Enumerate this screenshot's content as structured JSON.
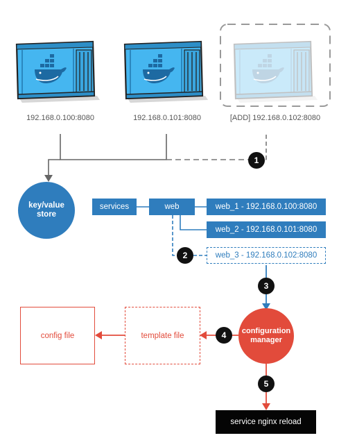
{
  "containers": [
    {
      "label": "192.168.0.100:8080"
    },
    {
      "label": "192.168.0.101:8080"
    },
    {
      "label": "[ADD] 192.168.0.102:8080"
    }
  ],
  "kv_store": {
    "label": "key/value store"
  },
  "tree": {
    "services": "services",
    "web": "web",
    "web_1": "web_1 - 192.168.0.100:8080",
    "web_2": "web_2 - 192.168.0.101:8080",
    "web_3": "web_3 - 192.168.0.102:8080"
  },
  "config_manager": {
    "label": "configuration manager"
  },
  "template_file": {
    "label": "template file"
  },
  "config_file": {
    "label": "config file"
  },
  "command": {
    "label": "service nginx reload"
  },
  "steps": [
    "1",
    "2",
    "3",
    "4",
    "5"
  ],
  "icons": [
    "docker-container-icon",
    "arrow-icon"
  ],
  "colors": {
    "blue": "#2f7dbd",
    "red": "#e24b3b",
    "black": "#111111",
    "container_blue": "#45b6f0"
  }
}
